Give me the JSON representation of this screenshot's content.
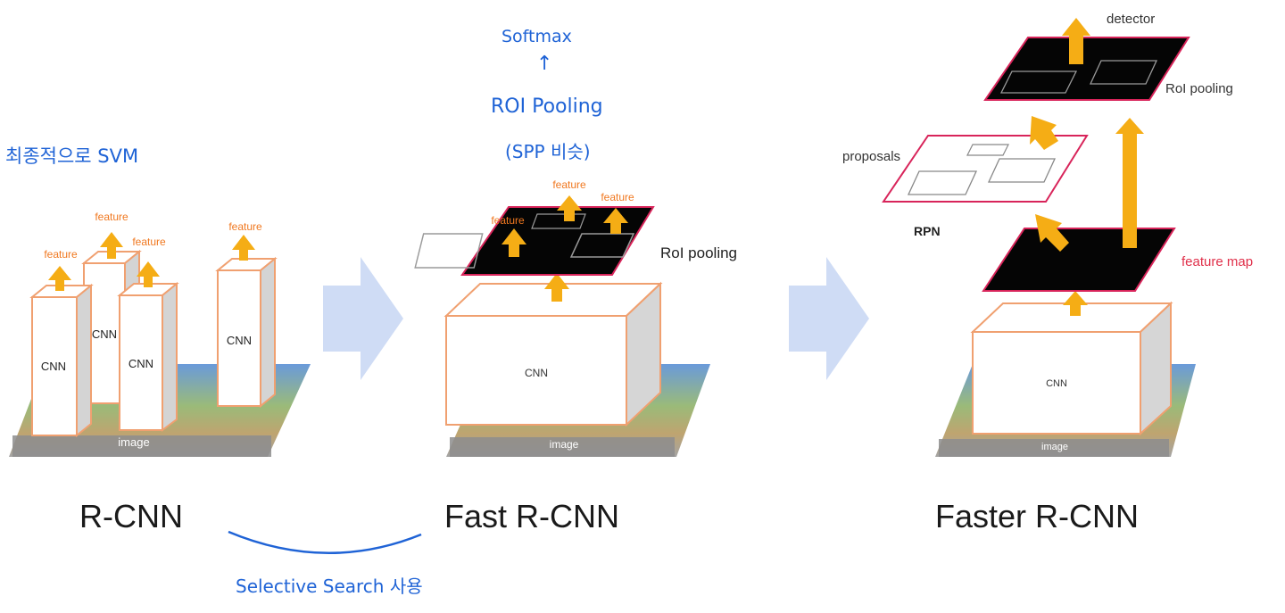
{
  "diagram": {
    "rcnn": {
      "title": "R-CNN",
      "cnn_label": "CNN",
      "feature_label": "feature",
      "image_label": "image"
    },
    "fast_rcnn": {
      "title": "Fast R-CNN",
      "cnn_label": "CNN",
      "feature_label": "feature",
      "roi_label": "RoI pooling",
      "image_label": "image"
    },
    "faster_rcnn": {
      "title": "Faster R-CNN",
      "cnn_label": "CNN",
      "detector_label": "detector",
      "roi_label": "RoI pooling",
      "proposals_label": "proposals",
      "rpn_label": "RPN",
      "feature_map_label": "feature map",
      "image_label": "image"
    }
  },
  "annotations": {
    "svm_note": "최종적으로 SVM",
    "softmax_note": "Softmax",
    "softmax_arrow": "↑",
    "roi_note": "ROI Pooling",
    "spp_note": "(SPP 비슷)",
    "selective_note": "Selective Search 사용"
  },
  "colors": {
    "box_edge": "#f0a070",
    "arrow_fill": "#f5ad15",
    "feature_text": "#f07820",
    "feature_map_text": "#e0304a",
    "blue_arrow": "#cfdcf5",
    "handwriting": "#1f63d6",
    "plane_edge": "#d8245a"
  }
}
